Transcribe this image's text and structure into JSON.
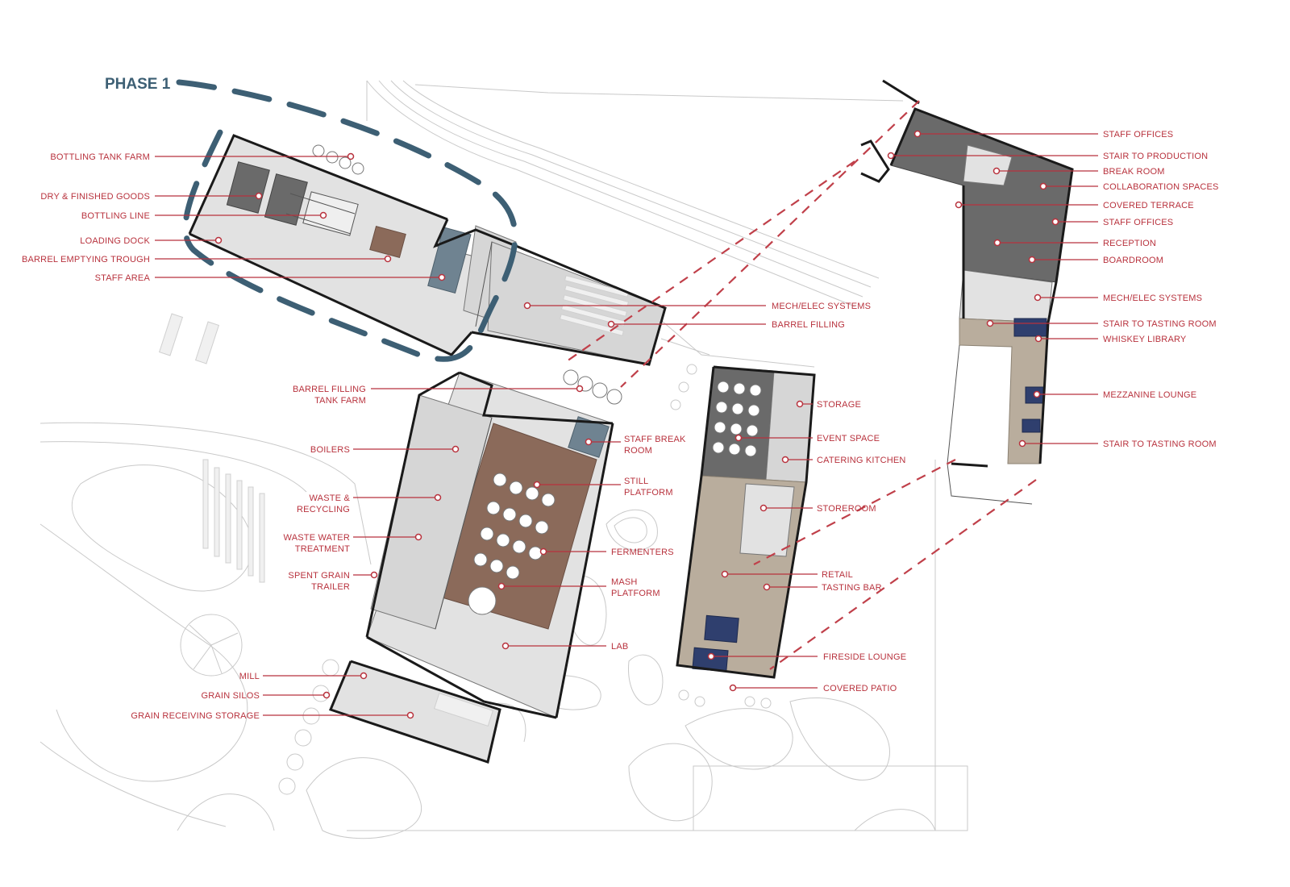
{
  "phase_label": "PHASE 1",
  "colors": {
    "label": "#b8323d",
    "phase_outline": "#3d5f74",
    "wood_floor": "#8b6a5a",
    "dark_floor": "#6a6a6a",
    "light_floor": "#e2e2e2"
  },
  "labels": {
    "bottling_tank_farm": "BOTTLING TANK FARM",
    "dry_finished_goods": "DRY & FINISHED GOODS",
    "bottling_line": "BOTTLING LINE",
    "loading_dock": "LOADING DOCK",
    "barrel_emptying_trough": "BARREL EMPTYING TROUGH",
    "staff_area": "STAFF AREA",
    "mech_elec_systems_1": "MECH/ELEC SYSTEMS",
    "barrel_filling": "BARREL FILLING",
    "barrel_filling_tank_farm_1": "BARREL FILLING",
    "barrel_filling_tank_farm_2": "TANK FARM",
    "boilers": "BOILERS",
    "waste_recycling_1": "WASTE &",
    "waste_recycling_2": "RECYCLING",
    "waste_water_1": "WASTE WATER",
    "waste_water_2": "TREATMENT",
    "spent_grain_1": "SPENT GRAIN",
    "spent_grain_2": "TRAILER",
    "mill": "MILL",
    "grain_silos": "GRAIN SILOS",
    "grain_receiving_storage": "GRAIN RECEIVING STORAGE",
    "staff_break_room_1": "STAFF BREAK",
    "staff_break_room_2": "ROOM",
    "still_platform_1": "STILL",
    "still_platform_2": "PLATFORM",
    "fermenters": "FERMENTERS",
    "mash_platform_1": "MASH",
    "mash_platform_2": "PLATFORM",
    "lab": "LAB",
    "storage": "STORAGE",
    "event_space": "EVENT SPACE",
    "catering_kitchen": "CATERING KITCHEN",
    "storeroom": "STOREROOM",
    "retail": "RETAIL",
    "tasting_bar": "TASTING BAR",
    "fireside_lounge": "FIRESIDE LOUNGE",
    "covered_patio": "COVERED PATIO",
    "staff_offices_1": "STAFF OFFICES",
    "stair_to_production": "STAIR TO PRODUCTION",
    "break_room": "BREAK ROOM",
    "collaboration_spaces": "COLLABORATION SPACES",
    "covered_terrace": "COVERED TERRACE",
    "staff_offices_2": "STAFF OFFICES",
    "reception": "RECEPTION",
    "boardroom": "BOARDROOM",
    "mech_elec_systems_2": "MECH/ELEC SYSTEMS",
    "stair_to_tasting_room_1": "STAIR TO TASTING ROOM",
    "whiskey_library": "WHISKEY LIBRARY",
    "mezzanine_lounge": "MEZZANINE LOUNGE",
    "stair_to_tasting_room_2": "STAIR TO TASTING ROOM"
  }
}
